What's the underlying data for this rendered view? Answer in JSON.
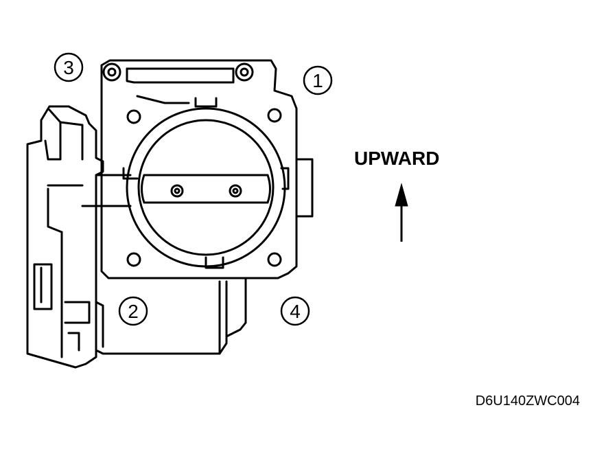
{
  "callouts": [
    {
      "id": "1",
      "label": "1"
    },
    {
      "id": "2",
      "label": "2"
    },
    {
      "id": "3",
      "label": "3"
    },
    {
      "id": "4",
      "label": "4"
    }
  ],
  "direction_label": "UPWARD",
  "figure_code": "D6U140ZWC004",
  "icon": "up-arrow-icon"
}
